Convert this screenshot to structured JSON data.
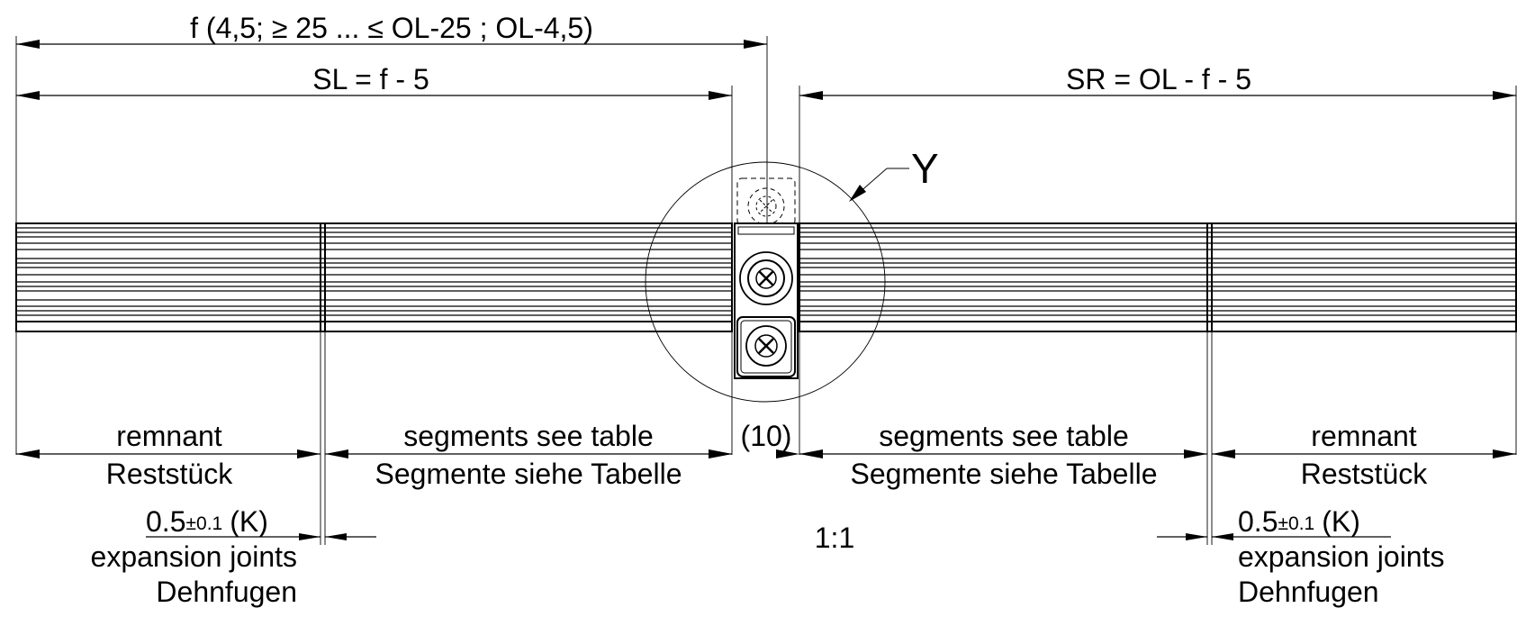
{
  "dimensions": {
    "overall_f": "f (4,5; ≥ 25 ... ≤ OL-25 ; OL-4,5)",
    "sl": "SL = f - 5",
    "sr": "SR = OL - f - 5",
    "gap": "(10)"
  },
  "detail_marker": "Y",
  "scale": "1:1",
  "left": {
    "remnant_en": "remnant",
    "remnant_de": "Reststück",
    "segments_en": "segments see table",
    "segments_de": "Segmente siehe Tabelle",
    "joint_value": "0.5",
    "joint_tolerance": "±0.1",
    "joint_code": "(K)",
    "joint_en": "expansion joints",
    "joint_de": "Dehnfugen"
  },
  "right": {
    "remnant_en": "remnant",
    "remnant_de": "Reststück",
    "segments_en": "segments see table",
    "segments_de": "Segmente siehe Tabelle",
    "joint_value": "0.5",
    "joint_tolerance": "±0.1",
    "joint_code": "(K)",
    "joint_en": "expansion joints",
    "joint_de": "Dehnfugen"
  }
}
